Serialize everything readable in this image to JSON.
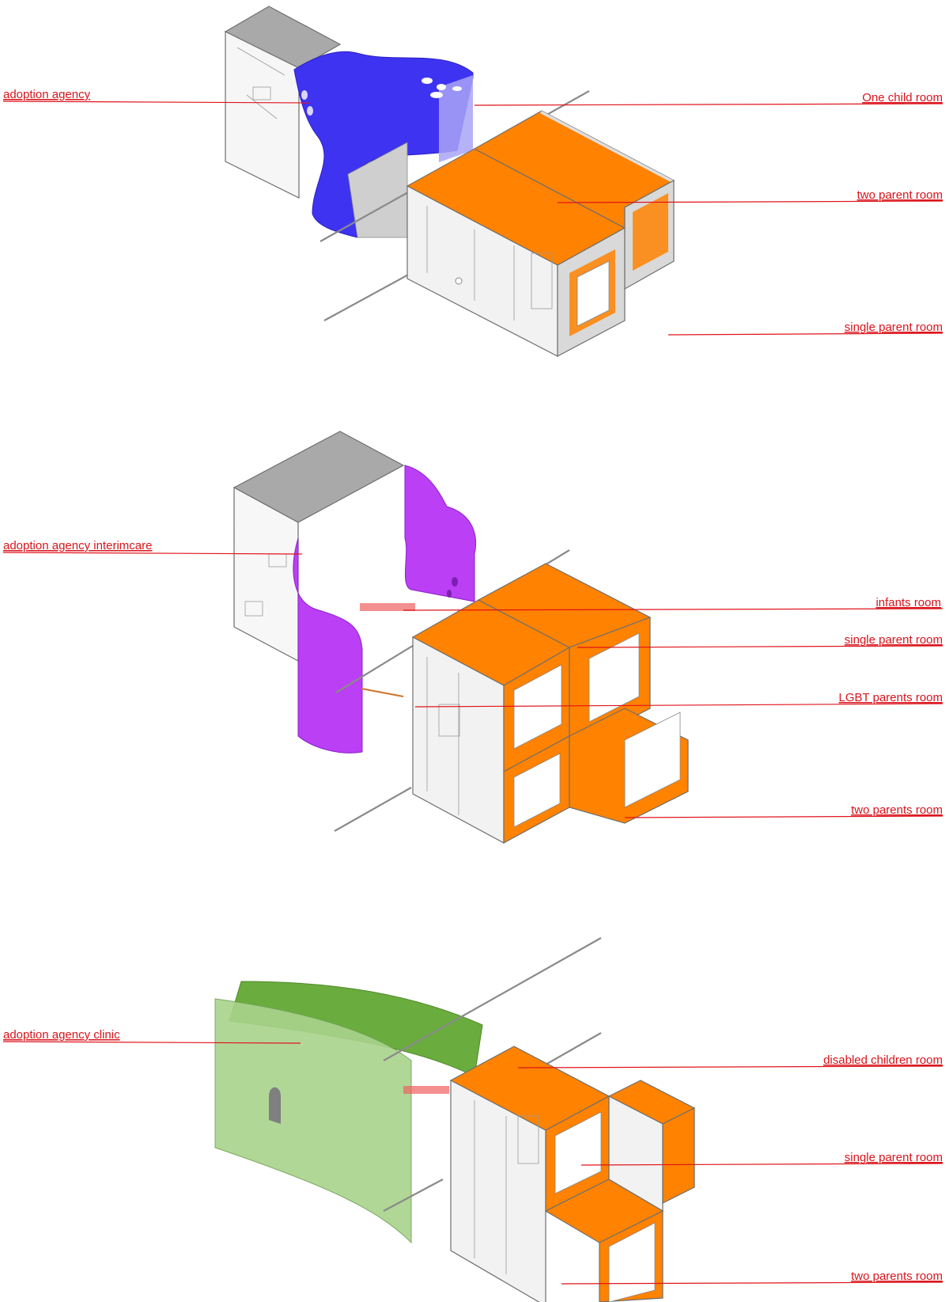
{
  "diagrams": [
    {
      "left_labels": [
        "adoption agency"
      ],
      "right_labels": [
        "One child room",
        "two parent room",
        "single parent room"
      ]
    },
    {
      "left_labels": [
        "adoption agency interimcare"
      ],
      "right_labels": [
        "infants room",
        "single parent room",
        "LGBT parents room",
        "two parents room"
      ]
    },
    {
      "left_labels": [
        "adoption agency clinic"
      ],
      "right_labels": [
        "disabled children room",
        "single parent room",
        "two parents room"
      ]
    }
  ],
  "colors": {
    "label_red": "#d8141c",
    "room_orange": "#ff8200",
    "agency_blue": "#3f33f2",
    "interimcare_purple": "#bb3ff5",
    "clinic_green": "#7fbf4f",
    "module_grey": "#a8a8a8"
  }
}
